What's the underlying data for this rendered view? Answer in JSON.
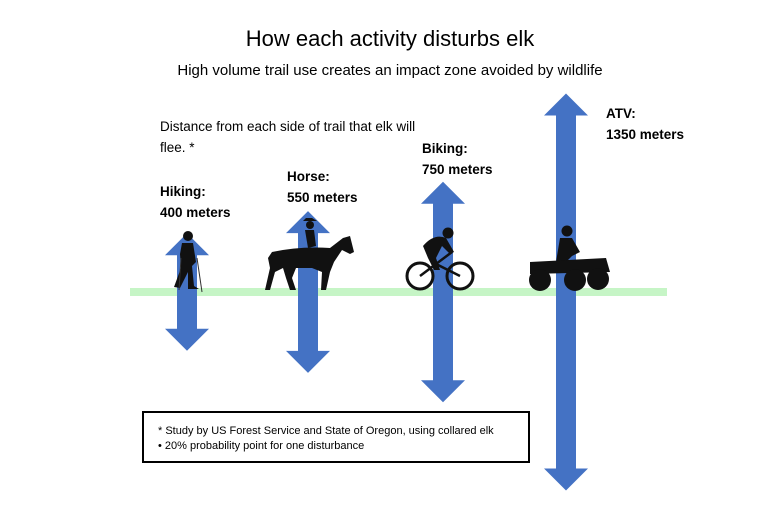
{
  "title": "How each activity disturbs elk",
  "subtitle": "High volume trail use creates an impact zone avoided by wildlife",
  "intro": "Distance from each side of trail that elk will flee. *",
  "colors": {
    "arrow": "#4472c4",
    "trail": "#c6f5c6",
    "silhouette": "#111111"
  },
  "activities": [
    {
      "name": "Hiking:",
      "distance": "400 meters",
      "meters": 400,
      "icon": "hiker-icon"
    },
    {
      "name": "Horse:",
      "distance": "550 meters",
      "meters": 550,
      "icon": "horse-rider-icon"
    },
    {
      "name": "Biking:",
      "distance": "750 meters",
      "meters": 750,
      "icon": "cyclist-icon"
    },
    {
      "name": "ATV:",
      "distance": "1350 meters",
      "meters": 1350,
      "icon": "atv-rider-icon"
    }
  ],
  "notes": [
    "*  Study by US Forest Service and State of Oregon, using collared elk",
    "•   20% probability point for one disturbance"
  ]
}
